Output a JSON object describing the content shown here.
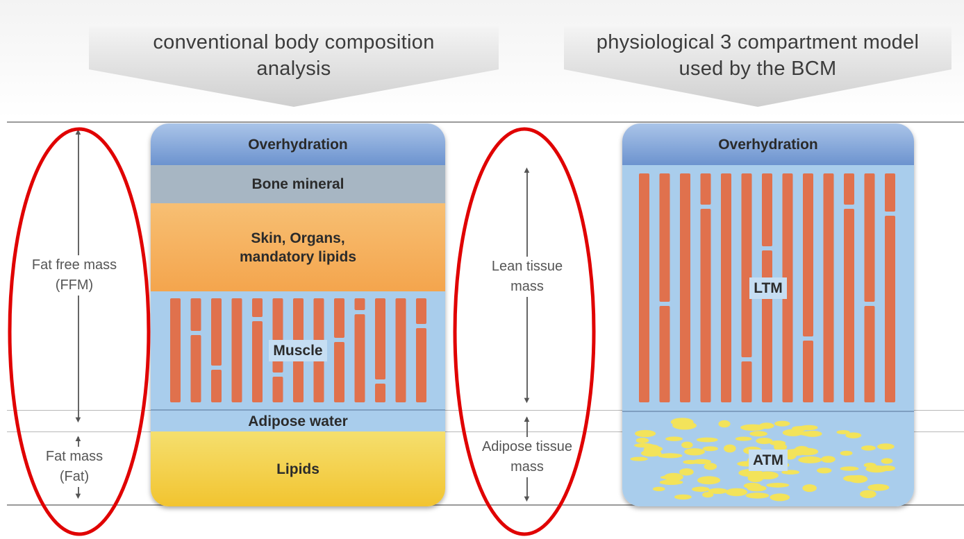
{
  "headers": {
    "left": "conventional body composition analysis",
    "right": "physiological 3 compartment model used by the BCM"
  },
  "left_column": {
    "overhydration": "Overhydration",
    "bone_mineral": "Bone mineral",
    "skin_organs": "Skin, Organs, mandatory lipids",
    "muscle": "Muscle",
    "adipose_water": "Adipose water",
    "lipids": "Lipids"
  },
  "right_column": {
    "overhydration": "Overhydration",
    "ltm": "LTM",
    "atm": "ATM"
  },
  "left_labels": {
    "ffm": "Fat free mass (FFM)",
    "fat": "Fat mass (Fat)"
  },
  "middle_labels": {
    "lean": "Lean tissue mass",
    "adipose": "Adipose tissue mass"
  },
  "colors": {
    "overhydration": "#6c93cf",
    "bone": "#a7b6c3",
    "skin_organs": "#f4a54d",
    "muscle_bg": "#a9cdec",
    "muscle_fibre": "#e0714d",
    "lipids": "#f2c430",
    "fat_globules": "#f3e35a",
    "highlight_ellipse": "#e00000"
  }
}
